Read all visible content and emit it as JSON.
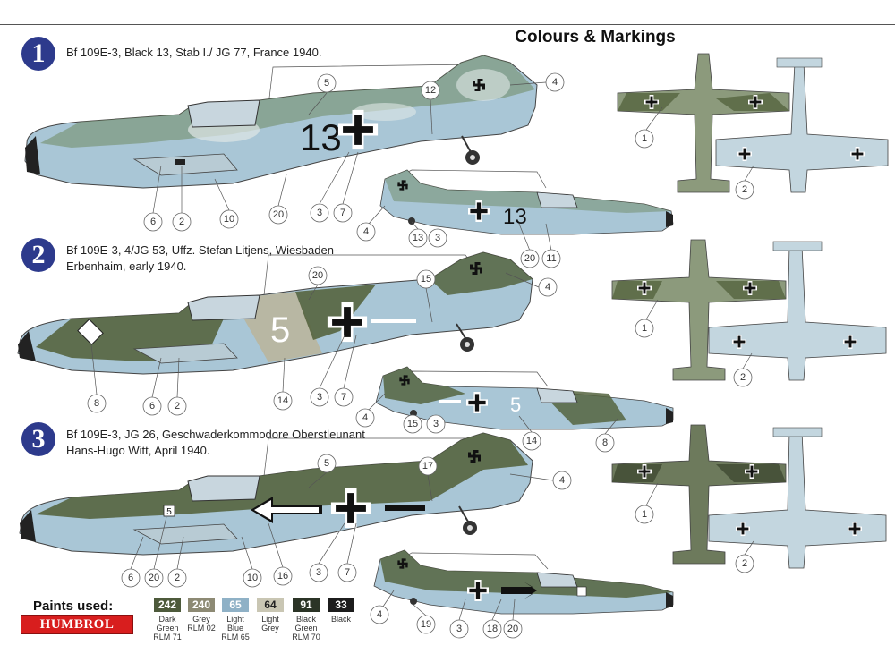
{
  "header": {
    "title": "Colours & Markings"
  },
  "profiles": [
    {
      "num": "1",
      "caption_l1": "Bf 109E-3, Black 13, Stab I./ JG 77, France 1940.",
      "caption_l2": ""
    },
    {
      "num": "2",
      "caption_l1": "Bf 109E-3, 4/JG 53, Uffz. Stefan Litjens, Wiesbaden-",
      "caption_l2": "Erbenhaim, early 1940."
    },
    {
      "num": "3",
      "caption_l1": "Bf 109E-3, JG 26, Geschwaderkommodore Oberstleunant",
      "caption_l2": "Hans-Hugo Witt, April 1940."
    }
  ],
  "fuselage_codes": {
    "p1": "13",
    "p2": "5",
    "p3": "5"
  },
  "callouts": {
    "p1": [
      "5",
      "12",
      "4",
      "6",
      "2",
      "10",
      "20",
      "3",
      "7",
      "4",
      "13",
      "3",
      "20",
      "11"
    ],
    "p2": [
      "20",
      "15",
      "4",
      "8",
      "6",
      "2",
      "14",
      "3",
      "7",
      "4",
      "15",
      "3",
      "14",
      "8"
    ],
    "p3": [
      "5",
      "17",
      "4",
      "6",
      "20",
      "2",
      "10",
      "16",
      "3",
      "7",
      "4",
      "19",
      "3",
      "18",
      "20"
    ],
    "plan": [
      "1",
      "2",
      "1",
      "2",
      "1",
      "2"
    ]
  },
  "paints": {
    "label": "Paints used:",
    "brand": "HUMBROL",
    "items": [
      {
        "code": "242",
        "name": "Dark Green RLM 71",
        "l1": "Dark",
        "l2": "Green",
        "l3": "RLM 71",
        "color": "#4d5a3b"
      },
      {
        "code": "240",
        "name": "Grey RLM 02",
        "l1": "Grey",
        "l2": "RLM 02",
        "l3": "",
        "color": "#8d8a74"
      },
      {
        "code": "65",
        "name": "Light Blue RLM 65",
        "l1": "Light",
        "l2": "Blue",
        "l3": "RLM 65",
        "color": "#8fb1c6"
      },
      {
        "code": "64",
        "name": "Light Grey",
        "l1": "Light",
        "l2": "Grey",
        "l3": "",
        "color": "#c9c6b3"
      },
      {
        "code": "91",
        "name": "Black Green RLM 70",
        "l1": "Black",
        "l2": "Green",
        "l3": "RLM 70",
        "color": "#2b3426"
      },
      {
        "code": "33",
        "name": "Black",
        "l1": "Black",
        "l2": "",
        "l3": "",
        "color": "#1c1c1c"
      }
    ]
  },
  "colors": {
    "badge": "#2d3a8c",
    "rlm65": "#a9c6d6",
    "rlm71": "#55643f",
    "rlm02": "#b9b59d",
    "rlm70": "#3a4432"
  }
}
